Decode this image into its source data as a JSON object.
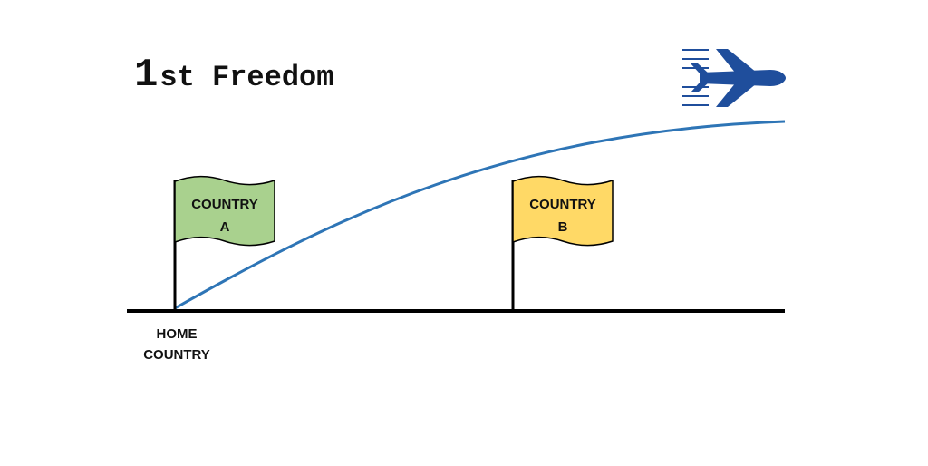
{
  "title": {
    "number": "1",
    "rest": "st Freedom"
  },
  "origin": {
    "label_line1": "HOME",
    "label_line2": "COUNTRY"
  },
  "flags": [
    {
      "label_line1": "COUNTRY",
      "label_line2": "A",
      "color": "#a9d18e"
    },
    {
      "label_line1": "COUNTRY",
      "label_line2": "B",
      "color": "#ffd966"
    }
  ],
  "colors": {
    "flight_path": "#2e75b6",
    "airplane": "#1f4e9c",
    "ground": "#000000"
  },
  "icons": {
    "airplane": "airplane-icon"
  }
}
